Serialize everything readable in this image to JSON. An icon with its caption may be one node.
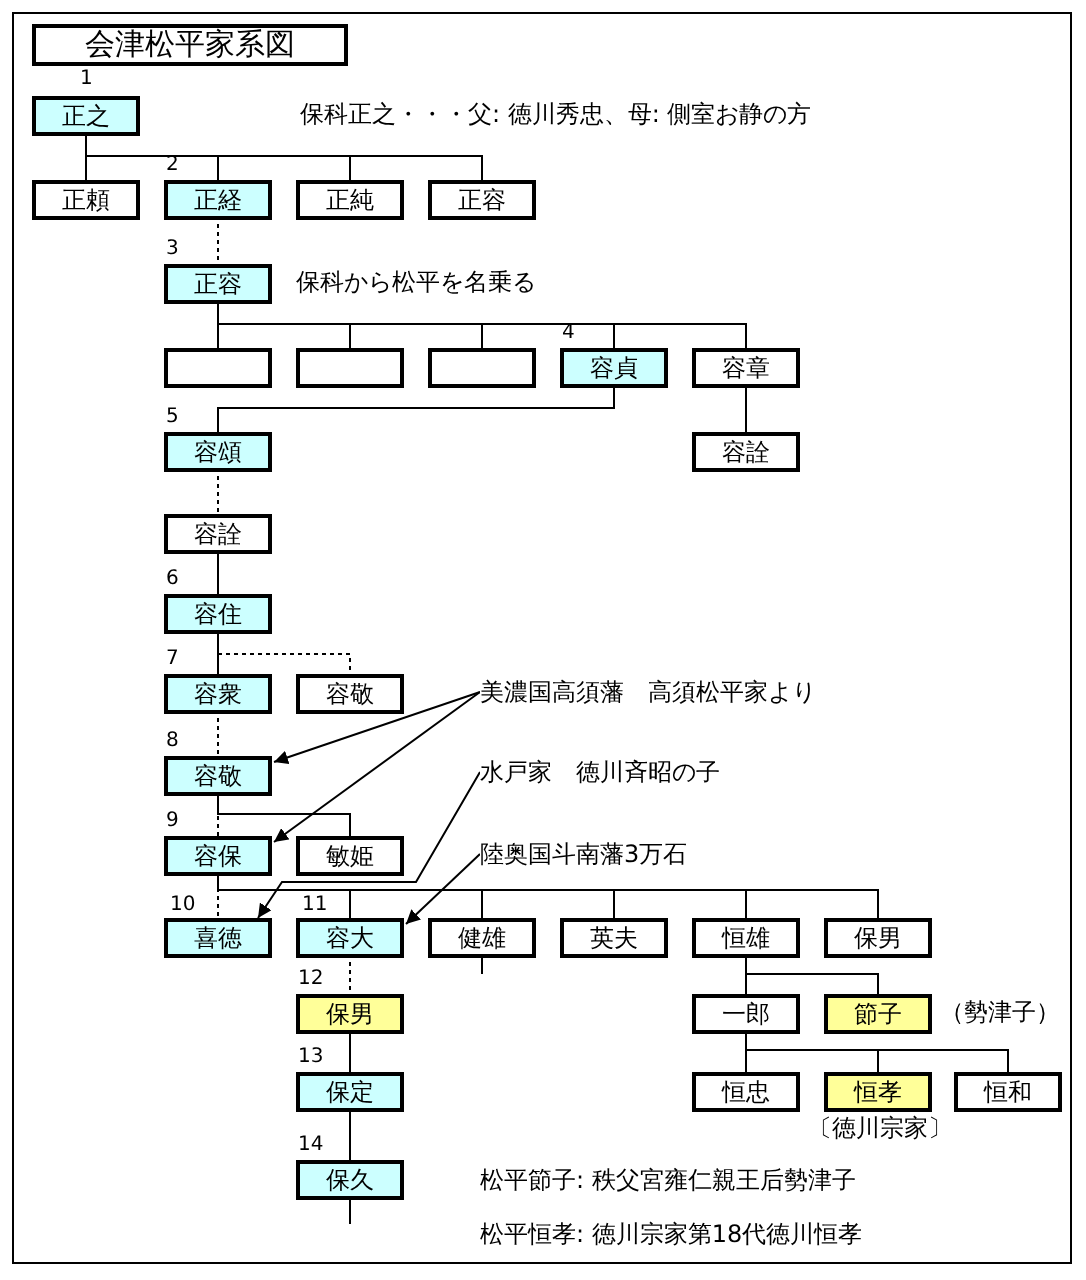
{
  "diagram": {
    "title": "会津松平家系図",
    "nodes": [
      {
        "text": [
          "正之"
        ],
        "beside": [
          "1"
        ]
      },
      {
        "text": [
          "正頼"
        ]
      },
      {
        "text": [
          "正経"
        ],
        "beside": [
          "2"
        ]
      },
      {
        "text": [
          "正純"
        ]
      },
      {
        "text": [
          "正容"
        ]
      },
      {
        "text": [
          "正容"
        ],
        "beside": [
          "3",
          "保科から松平を名乗る"
        ]
      },
      {
        "text": [],
        "shape": "box"
      },
      {
        "text": [],
        "shape": "box"
      },
      {
        "text": [],
        "shape": "box"
      },
      {
        "text": [
          "容貞"
        ],
        "beside": [
          "4"
        ]
      },
      {
        "text": [
          "容章"
        ]
      },
      {
        "text": [
          "容頌"
        ],
        "beside": [
          "5"
        ]
      },
      {
        "text": [
          "容詮"
        ]
      },
      {
        "text": [
          "容詮"
        ]
      },
      {
        "text": [
          "容住"
        ],
        "beside": [
          "6"
        ]
      },
      {
        "text": [
          "容衆"
        ],
        "beside": [
          "7"
        ]
      },
      {
        "text": [
          "容敬"
        ]
      },
      {
        "text": [
          "美濃国高須藩　高須松平家より"
        ]
      },
      {
        "text": [
          "容敬"
        ],
        "beside": [
          "8"
        ]
      },
      {
        "text": [
          "水戸家　徳川斉昭の子"
        ]
      },
      {
        "text": [
          "容保"
        ],
        "beside": [
          "9"
        ]
      },
      {
        "text": [
          "敏姫"
        ]
      },
      {
        "text": [
          "陸奥国斗南藩3万石"
        ]
      },
      {
        "text": [
          "喜徳"
        ],
        "beside": [
          "10"
        ]
      },
      {
        "text": [
          "容大"
        ],
        "beside": [
          "11"
        ]
      },
      {
        "text": [
          "健雄"
        ]
      },
      {
        "text": [
          "英夫"
        ]
      },
      {
        "text": [
          "恒雄"
        ]
      },
      {
        "text": [
          "保男"
        ]
      },
      {
        "text": [
          "保男"
        ],
        "beside": [
          "12"
        ]
      },
      {
        "text": [
          "一郎"
        ]
      },
      {
        "text": [
          "節子"
        ],
        "beside": [
          "（勢津子）"
        ]
      },
      {
        "text": [
          "保定"
        ],
        "beside": [
          "13"
        ]
      },
      {
        "text": [
          "恒忠"
        ]
      },
      {
        "text": [
          "恒孝"
        ],
        "beside": [
          "〔徳川宗家〕"
        ]
      },
      {
        "text": [
          "恒和"
        ]
      },
      {
        "text": [
          "保久"
        ],
        "beside": [
          "14"
        ]
      }
    ],
    "edges": [
      {
        "from": 0,
        "to": 1,
        "arrow": "none"
      },
      {
        "from": 0,
        "to": 2,
        "arrow": "none"
      },
      {
        "from": 0,
        "to": 3,
        "arrow": "none"
      },
      {
        "from": 0,
        "to": 4,
        "arrow": "none"
      },
      {
        "from": 2,
        "to": 5,
        "arrow": "none",
        "style": "dashed"
      },
      {
        "from": 5,
        "to": 6,
        "arrow": "none"
      },
      {
        "from": 5,
        "to": 7,
        "arrow": "none"
      },
      {
        "from": 5,
        "to": 8,
        "arrow": "none"
      },
      {
        "from": 5,
        "to": 9,
        "arrow": "none"
      },
      {
        "from": 5,
        "to": 10,
        "arrow": "none"
      },
      {
        "from": 9,
        "to": 11,
        "arrow": "none"
      },
      {
        "from": 10,
        "to": 12,
        "arrow": "none"
      },
      {
        "from": 11,
        "to": 13,
        "arrow": "none",
        "style": "dashed"
      },
      {
        "from": 13,
        "to": 14,
        "arrow": "none"
      },
      {
        "from": 14,
        "to": 15,
        "arrow": "none"
      },
      {
        "from": 14,
        "to": 16,
        "arrow": "none",
        "style": "dashed"
      },
      {
        "from": 17,
        "to": 18,
        "arrow": "to"
      },
      {
        "from": 17,
        "to": 20,
        "arrow": "to"
      },
      {
        "from": 15,
        "to": 18,
        "arrow": "none",
        "style": "dashed"
      },
      {
        "from": 18,
        "to": 20,
        "arrow": "none",
        "style": "dashed"
      },
      {
        "from": 18,
        "to": 21,
        "arrow": "none"
      },
      {
        "from": 19,
        "to": 23,
        "arrow": "to"
      },
      {
        "from": 22,
        "to": 24,
        "arrow": "to"
      },
      {
        "from": 20,
        "to": 23,
        "arrow": "none",
        "style": "dashed"
      },
      {
        "from": 20,
        "to": 24,
        "arrow": "none"
      },
      {
        "from": 20,
        "to": 25,
        "arrow": "none"
      },
      {
        "from": 20,
        "to": 26,
        "arrow": "none"
      },
      {
        "from": 20,
        "to": 27,
        "arrow": "none"
      },
      {
        "from": 20,
        "to": 28,
        "arrow": "none"
      },
      {
        "from": 25,
        "to": null,
        "arrow": "none"
      },
      {
        "from": 24,
        "to": 29,
        "arrow": "none",
        "style": "dashed"
      },
      {
        "from": 27,
        "to": 30,
        "arrow": "none"
      },
      {
        "from": 27,
        "to": 31,
        "arrow": "none"
      },
      {
        "from": 29,
        "to": 32,
        "arrow": "none"
      },
      {
        "from": 30,
        "to": 33,
        "arrow": "none"
      },
      {
        "from": 30,
        "to": 34,
        "arrow": "none"
      },
      {
        "from": 30,
        "to": 35,
        "arrow": "none"
      },
      {
        "from": 32,
        "to": 36,
        "arrow": "none"
      },
      {
        "from": 36,
        "to": null,
        "arrow": "none"
      }
    ],
    "labels": [
      "保科正之・・・父: 徳川秀忠、母: 側室お静の方",
      "松平節子: 秩父宮雍仁親王后勢津子",
      "松平恒孝: 徳川宗家第18代徳川恒孝"
    ]
  }
}
